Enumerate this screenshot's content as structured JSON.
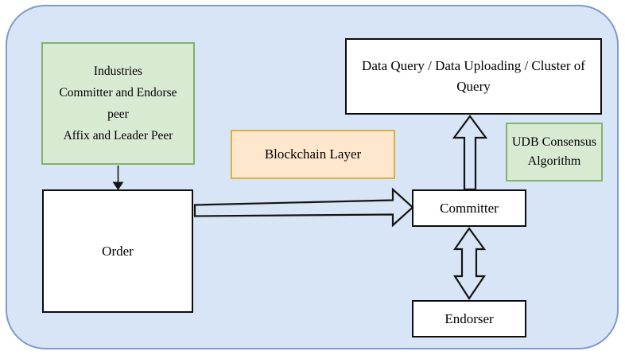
{
  "diagram": {
    "type": "flowchart",
    "container": {
      "shape": "rounded-rectangle",
      "fill": "#d7e5f6",
      "border": "#7d9cc9"
    },
    "colors": {
      "green_fill": "#d9ead3",
      "green_border": "#82b366",
      "orange_fill": "#ffe7cd",
      "orange_border": "#d8b13f",
      "white_box_fill": "#ffffff",
      "box_border": "#0d0d0d",
      "arrow_stroke": "#141414"
    },
    "nodes": {
      "industries_peer": {
        "lines": [
          "Industries",
          "Committer and Endorse",
          "peer",
          "Affix and Leader Peer"
        ],
        "style": "green"
      },
      "order": {
        "label": "Order",
        "style": "white"
      },
      "blockchain_layer": {
        "label": "Blockchain Layer",
        "style": "orange"
      },
      "data_query": {
        "label": "Data Query / Data Uploading / Cluster of Query",
        "style": "white"
      },
      "udb_consensus": {
        "label": "UDB Consensus Algorithm",
        "style": "green"
      },
      "committer": {
        "label": "Committer",
        "style": "white"
      },
      "endorser": {
        "label": "Endorser",
        "style": "white"
      }
    },
    "arrows": [
      {
        "name": "industries-to-order",
        "from": "industries_peer",
        "to": "order",
        "kind": "thin-solid-head",
        "direction": "down"
      },
      {
        "name": "order-to-committer",
        "from": "order",
        "to": "committer",
        "kind": "hollow-block",
        "direction": "right"
      },
      {
        "name": "committer-to-data-query",
        "from": "committer",
        "to": "data_query",
        "kind": "hollow-block",
        "direction": "up"
      },
      {
        "name": "committer-endorser",
        "from": "committer",
        "to": "endorser",
        "kind": "hollow-block",
        "direction": "both"
      }
    ]
  }
}
